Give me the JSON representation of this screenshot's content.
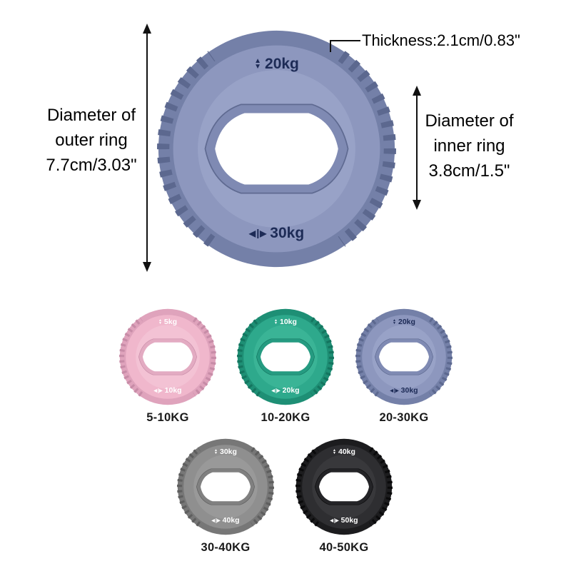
{
  "page": {
    "background": "#ffffff"
  },
  "hero": {
    "ring": {
      "top_kg": "20kg",
      "bottom_kg": "30kg",
      "color": "#8D97BE"
    },
    "annotations": {
      "outer_diameter": {
        "line1": "Diameter of",
        "line2": "outer ring",
        "line3": "7.7cm/3.03\""
      },
      "thickness": "Thickness:2.1cm/0.83\"",
      "inner_diameter": {
        "line1": "Diameter of",
        "line2": "inner ring",
        "line3": "3.8cm/1.5\""
      }
    }
  },
  "variants": [
    {
      "top_kg": "5kg",
      "bottom_kg": "10kg",
      "range": "5-10KG",
      "color": "#F0B7CC"
    },
    {
      "top_kg": "10kg",
      "bottom_kg": "20kg",
      "range": "10-20KG",
      "color": "#2EA98C"
    },
    {
      "top_kg": "20kg",
      "bottom_kg": "30kg",
      "range": "20-30KG",
      "color": "#8D97BE"
    },
    {
      "top_kg": "30kg",
      "bottom_kg": "40kg",
      "range": "30-40KG",
      "color": "#8F8F8F"
    },
    {
      "top_kg": "40kg",
      "bottom_kg": "50kg",
      "range": "40-50KG",
      "color": "#2E2E31"
    }
  ]
}
